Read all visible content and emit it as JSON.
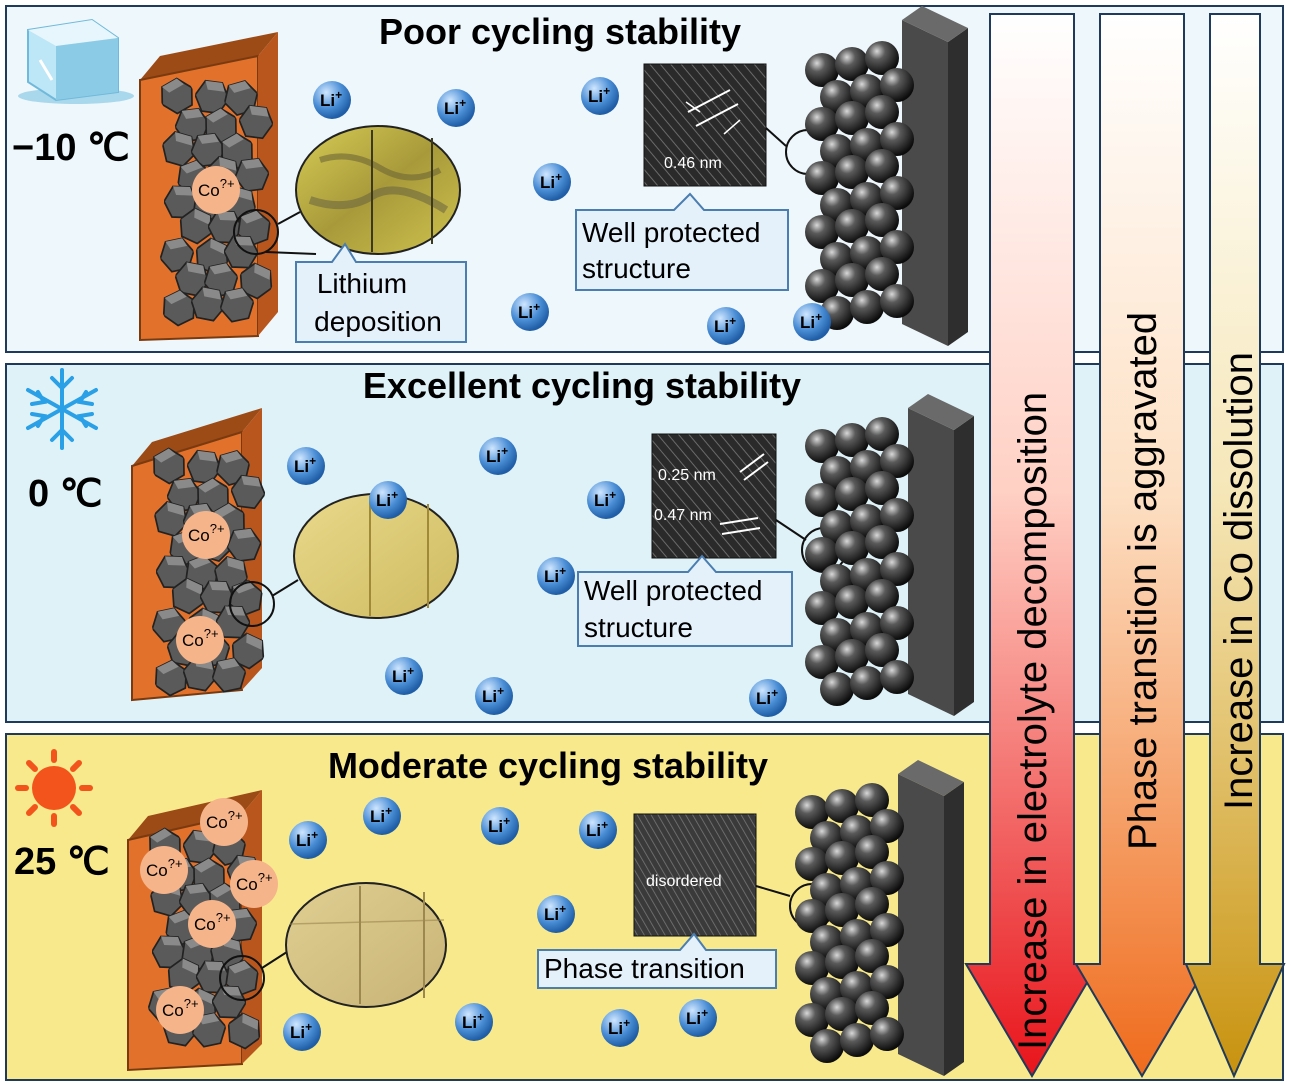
{
  "panels": [
    {
      "title": "Poor cycling stability",
      "temperature": "−10 ℃",
      "weather_icon": "ice-cube-icon",
      "background": "#eef7fb",
      "lithium_label_line1": "Lithium",
      "lithium_label_line2": "deposition",
      "structure_label_line1": "Well protected",
      "structure_label_line2": "structure",
      "tem_label_1": "0.46 nm",
      "li_ion": "Li",
      "co_ion": "Co",
      "co_superscript": "?+"
    },
    {
      "title": "Excellent cycling stability",
      "temperature": "0 ℃",
      "weather_icon": "snowflake-icon",
      "background": "#dff2f8",
      "structure_label_line1": "Well protected",
      "structure_label_line2": "structure",
      "tem_label_1": "0.25 nm",
      "tem_label_2": "0.47 nm"
    },
    {
      "title": "Moderate cycling stability",
      "temperature": "25 ℃",
      "weather_icon": "sun-icon",
      "background": "#f8ea8c",
      "structure_label_line1": "Phase transition",
      "tem_label_1": "disordered"
    }
  ],
  "arrows": [
    {
      "label": "Increase in electrolyte decomposition",
      "color_top": "#ffffff",
      "color_bottom": "#e8141b"
    },
    {
      "label": "Phase transition is aggravated",
      "color_top": "#ffffff",
      "color_bottom": "#ef6b1c"
    },
    {
      "label": "Increase in Co dissolution",
      "color_top": "#ffffff",
      "color_bottom": "#c8920e"
    }
  ],
  "colors": {
    "electrode": "#e2722b",
    "electrode_dark": "#9c4a16",
    "cathode_plate": "#555555",
    "li_bubble": "#4a8ed6",
    "co_bubble": "#f5b48a"
  }
}
